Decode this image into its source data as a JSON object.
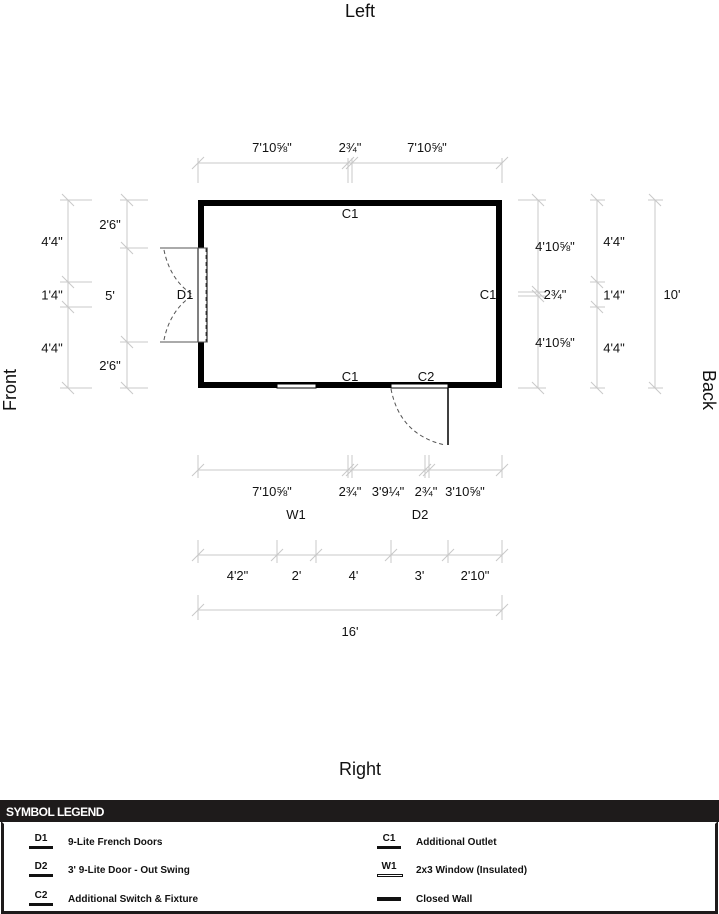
{
  "sides": {
    "left": "Left",
    "right": "Right",
    "front": "Front",
    "back": "Back"
  },
  "labels": {
    "c1_top": "C1",
    "c1_right": "C1",
    "c1_bottom": "C1",
    "c2": "C2",
    "d1": "D1",
    "w1": "W1",
    "d2": "D2"
  },
  "dims": {
    "top": [
      "7'10⅝\"",
      "2¾\"",
      "7'10⅝\""
    ],
    "left_outer": [
      "4'4\"",
      "1'4\"",
      "4'4\""
    ],
    "left_inner": [
      "2'6\"",
      "5'",
      "2'6\""
    ],
    "right_inner": [
      "4'10⅝\"",
      "2¾\"",
      "4'10⅝\""
    ],
    "right_mid": [
      "4'4\"",
      "1'4\"",
      "4'4\""
    ],
    "right_outer": "10'",
    "bottom1": [
      "7'10⅝\"",
      "2¾\"",
      "3'9¼\"",
      "2¾\"",
      "3'10⅝\""
    ],
    "bottom2": [
      "4'2\"",
      "2'",
      "4'",
      "3'",
      "2'10\""
    ],
    "total": "16'"
  },
  "legend": {
    "title": "SYMBOL LEGEND",
    "items": [
      {
        "code": "D1",
        "label": "9-Lite French Doors"
      },
      {
        "code": "D2",
        "label": "3' 9-Lite Door - Out Swing"
      },
      {
        "code": "C2",
        "label": "Additional Switch & Fixture"
      },
      {
        "code": "C1",
        "label": "Additional Outlet"
      },
      {
        "code": "W1",
        "label": "2x3 Window (Insulated)"
      },
      {
        "code": "",
        "label": "Closed Wall"
      }
    ]
  }
}
